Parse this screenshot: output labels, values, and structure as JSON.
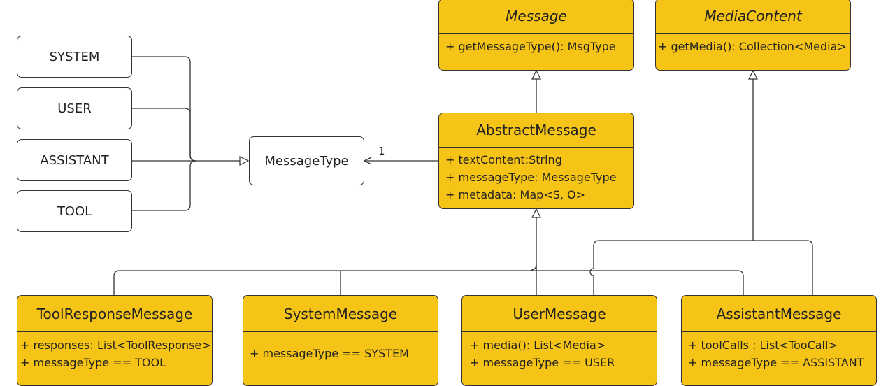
{
  "enum_values": [
    "SYSTEM",
    "USER",
    "ASSISTANT",
    "TOOL"
  ],
  "message_type": "MessageType",
  "multiplicity": "1",
  "interfaces": {
    "message": {
      "name": "Message",
      "members": [
        "+ getMessageType(): MsgType"
      ]
    },
    "media_content": {
      "name": "MediaContent",
      "members": [
        "+ getMedia(): Collection<Media>"
      ]
    }
  },
  "abstract_message": {
    "name": "AbstractMessage",
    "members": [
      "+ textContent:String",
      "+ messageType: MessageType",
      "+ metadata: Map<S, O>"
    ]
  },
  "subclasses": [
    {
      "name": "ToolResponseMessage",
      "members": [
        "+ responses: List<ToolResponse>",
        "+ messageType == TOOL"
      ]
    },
    {
      "name": "SystemMessage",
      "members": [
        "+ messageType == SYSTEM"
      ]
    },
    {
      "name": "UserMessage",
      "members": [
        "+ media(): List<Media>",
        "+ messageType == USER"
      ]
    },
    {
      "name": "AssistantMessage",
      "members": [
        "+ toolCalls : List<TooCall>",
        "+ messageType == ASSISTANT"
      ]
    }
  ]
}
